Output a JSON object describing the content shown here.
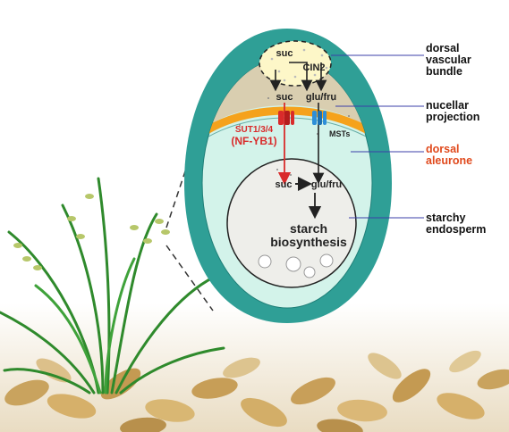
{
  "diagram": {
    "inner_labels": {
      "suc_top": "suc",
      "cin2": "CIN2",
      "suc_mid": "suc",
      "glufru_mid": "glu/fru",
      "sut": "SUT1/3/4",
      "nfyb1": "(NF-YB1)",
      "msts": "MSTs",
      "suc_low": "suc",
      "glufru_low": "glu/fru",
      "starch_line1": "starch",
      "starch_line2": "biosynthesis"
    },
    "side_labels": {
      "dorsal_vascular_1": "dorsal",
      "dorsal_vascular_2": "vascular",
      "dorsal_vascular_3": "bundle",
      "nucellar_1": "nucellar",
      "nucellar_2": "projection",
      "aleurone_1": "dorsal",
      "aleurone_2": "aleurone",
      "starchy_1": "starchy",
      "starchy_2": "endosperm"
    },
    "colors": {
      "seed_coat": "#2f9f96",
      "endosperm": "#d3f3ea",
      "nucellar": "#d9ceb0",
      "aleurone": "#f5a21c",
      "starchy": "#eeeeea",
      "vascular": "#fdf7c8",
      "sut_red": "#d92b2b",
      "mst_blue": "#2e8fd8",
      "aleurone_text": "#e0491c"
    }
  }
}
